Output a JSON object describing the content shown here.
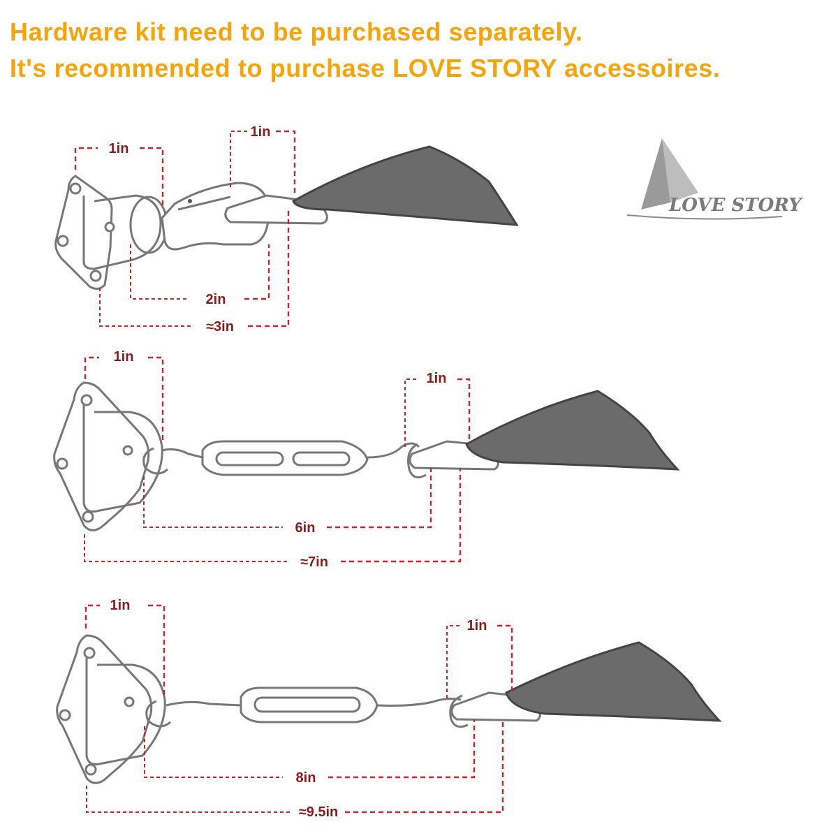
{
  "header": {
    "line1": "Hardware kit need to be purchased separately.",
    "line2": "It's recommended to purchase LOVE STORY accessoires."
  },
  "logo": {
    "text": "LOVE STORY"
  },
  "diagrams": [
    {
      "kind": "snap-hook",
      "dims": {
        "plate_width": "1in",
        "hook_end": "1in",
        "connector": "2in",
        "total": "≈3in"
      }
    },
    {
      "kind": "turnbuckle-6",
      "dims": {
        "plate_width": "1in",
        "hook_end": "1in",
        "connector": "6in",
        "total": "≈7in"
      }
    },
    {
      "kind": "turnbuckle-8",
      "dims": {
        "plate_width": "1in",
        "hook_end": "1in",
        "connector": "8in",
        "total": "≈9.5in"
      }
    }
  ],
  "colors": {
    "header": "#f5a40c",
    "dimension": "#c0282d",
    "dimension_text": "#8b1c1c",
    "shade_fabric": "#6b6b6b",
    "hardware": "#777777"
  }
}
